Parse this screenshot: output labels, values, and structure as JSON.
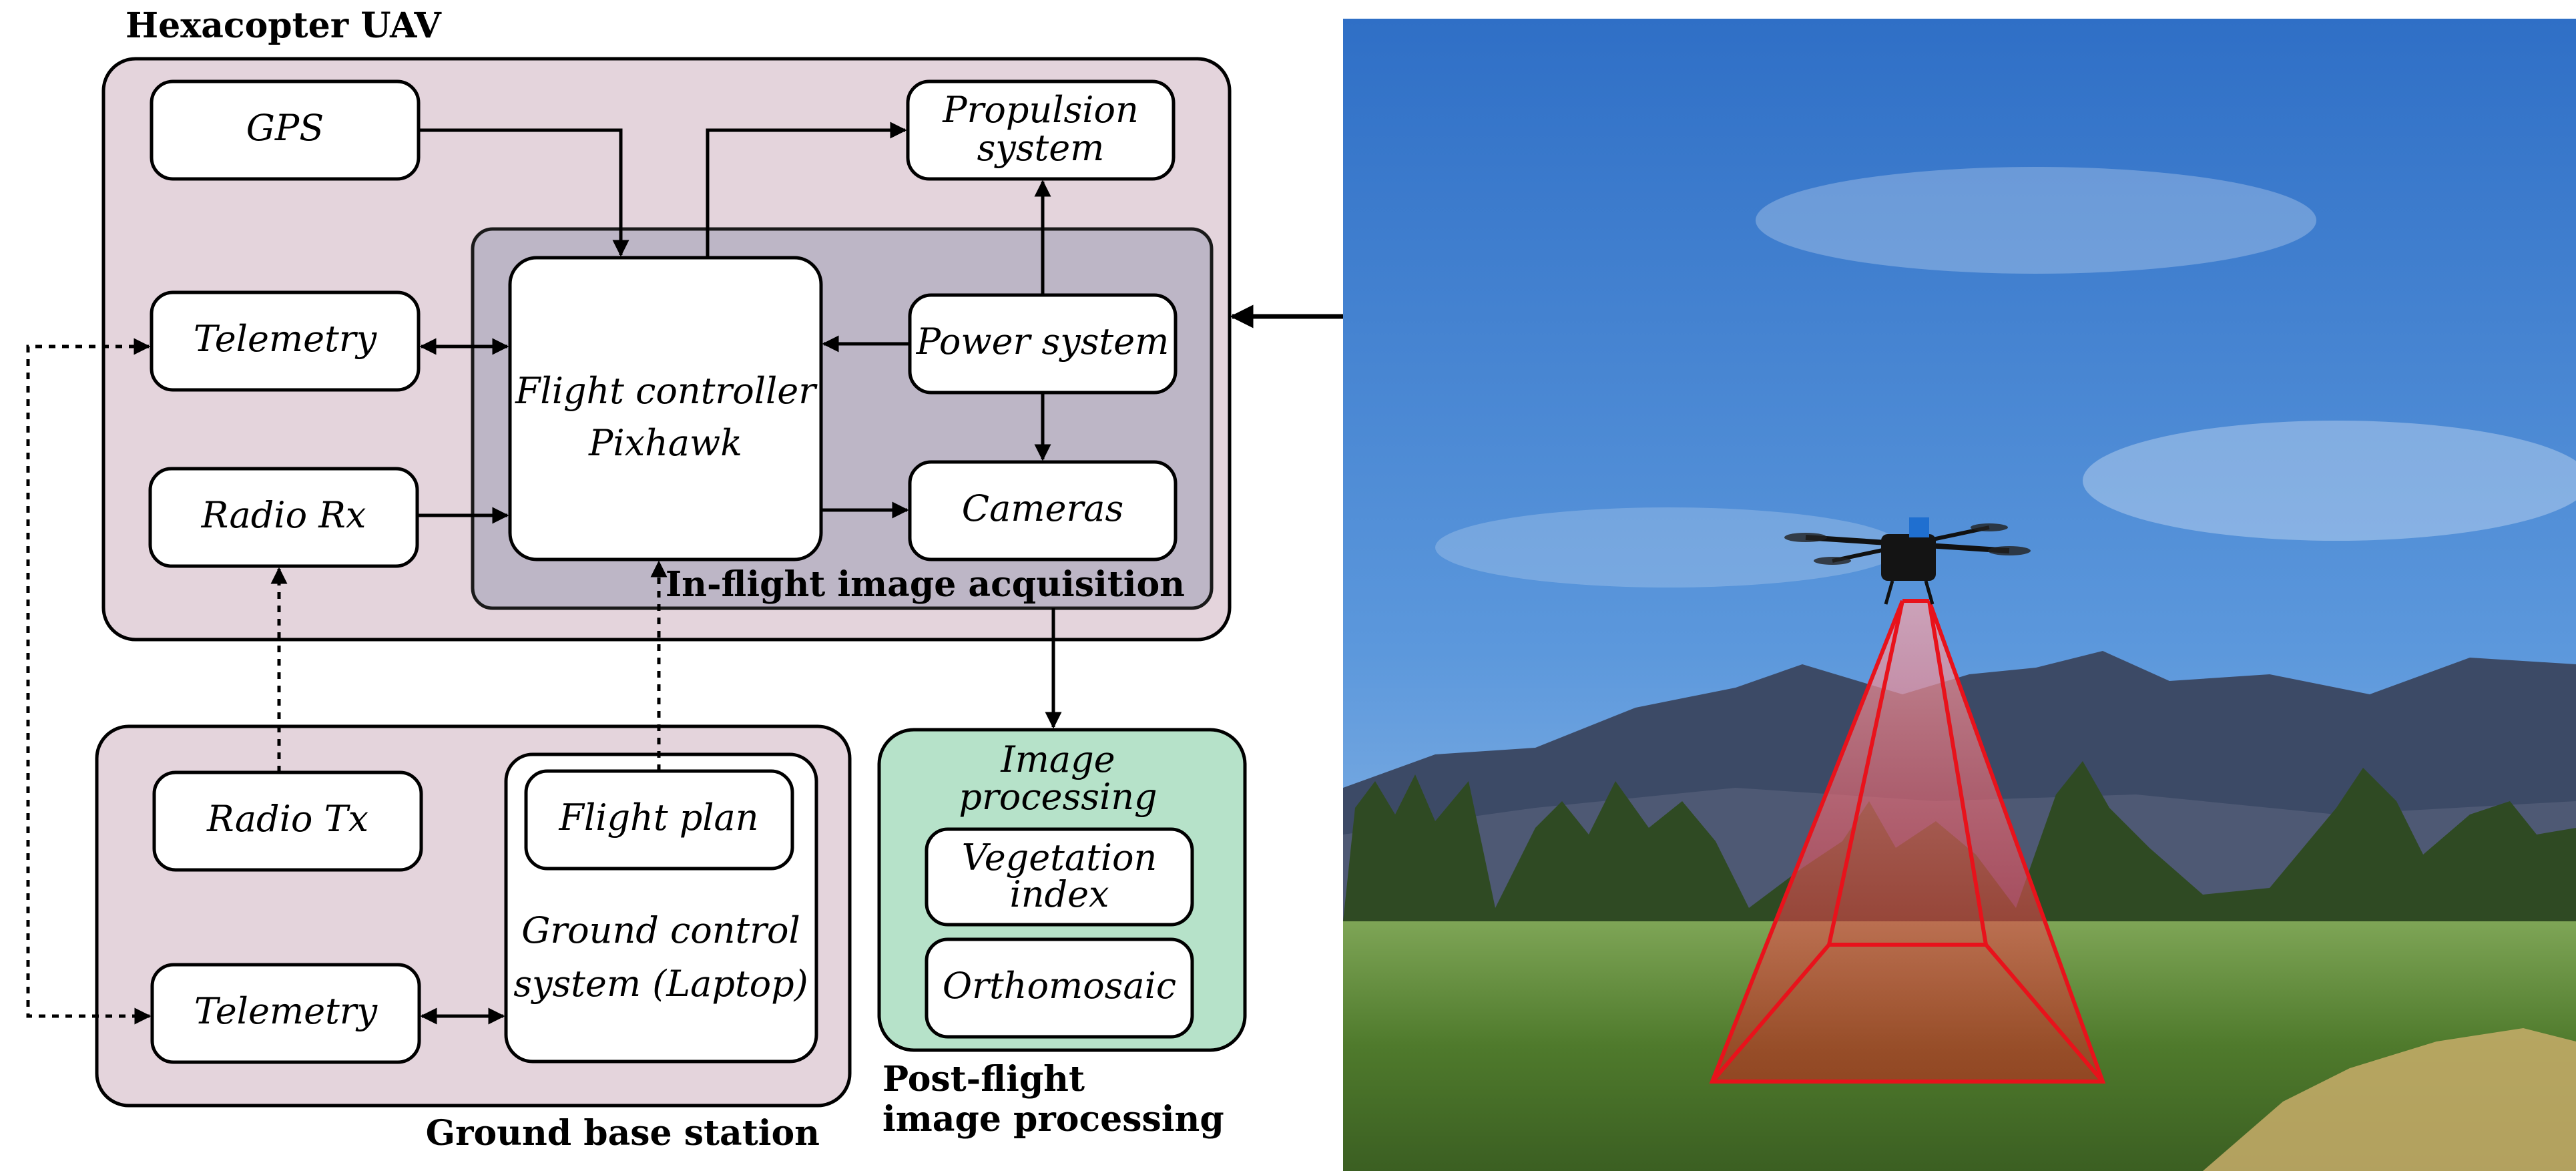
{
  "groups": {
    "uav": "Hexacopter UAV",
    "inflight": "In-flight image acquisition",
    "ground": "Ground base station",
    "post_line1": "Post-flight",
    "post_line2": "image processing"
  },
  "nodes": {
    "gps": "GPS",
    "propulsion_1": "Propulsion",
    "propulsion_2": "system",
    "telemetry_uav": "Telemetry",
    "flight_controller_1": "Flight controller",
    "flight_controller_2": "Pixhawk",
    "power": "Power system",
    "radio_rx": "Radio Rx",
    "cameras": "Cameras",
    "radio_tx": "Radio Tx",
    "flight_plan": "Flight plan",
    "gcs_1": "Ground control",
    "gcs_2": "system (Laptop)",
    "telemetry_ground": "Telemetry",
    "image_processing_1": "Image",
    "image_processing_2": "processing",
    "vegetation_1": "Vegetation",
    "vegetation_2": "index",
    "orthomosaic": "Orthomosaic"
  },
  "colors": {
    "uav_group": "#e4d4dc",
    "inflight_group": "#bdb6c6",
    "ground_group": "#e4d4dc",
    "post_group": "#b6e2c9",
    "sky": "#3e7ed2",
    "field": "#5e8a3a",
    "camera_footprint": "#e8121b"
  }
}
